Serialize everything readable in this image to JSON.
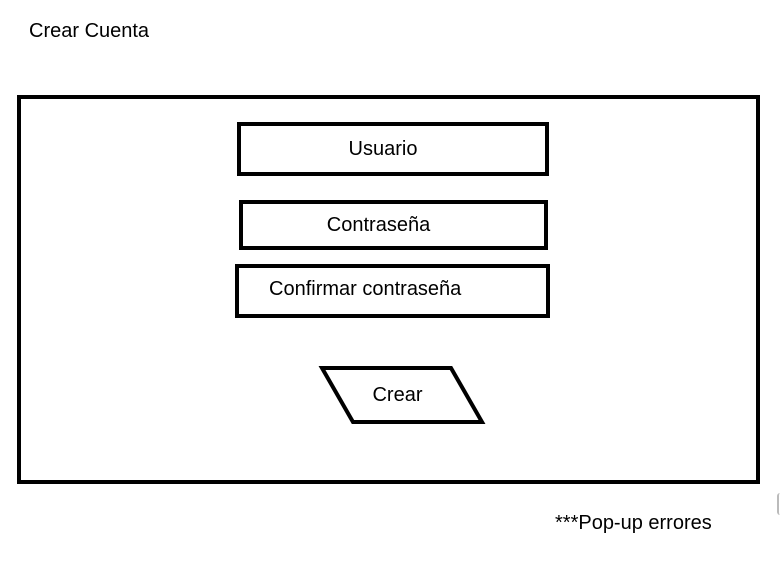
{
  "page": {
    "title": "Crear Cuenta"
  },
  "form": {
    "username_label": "Usuario",
    "password_label": "Contraseña",
    "confirm_password_label": "Confirmar contraseña",
    "create_button_label": "Crear"
  },
  "notes": {
    "errors_note": "***Pop-up errores"
  },
  "colors": {
    "stroke": "#000000",
    "background": "#ffffff"
  }
}
